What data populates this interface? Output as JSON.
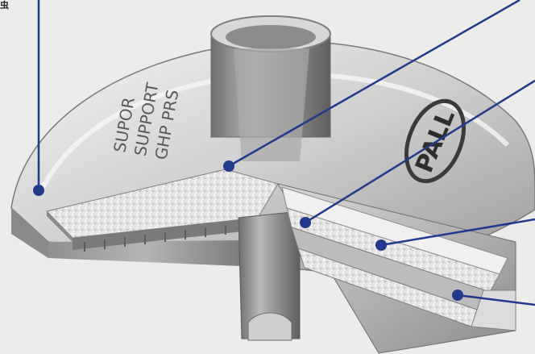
{
  "corner_text": "虫",
  "logo_text": "PALL",
  "housing_print": "SUPOR\nSUPPORT\nGHP PRS",
  "colors": {
    "background": "#ececea",
    "callout_line": "#233a8a",
    "callout_dot": "#233a8a"
  }
}
